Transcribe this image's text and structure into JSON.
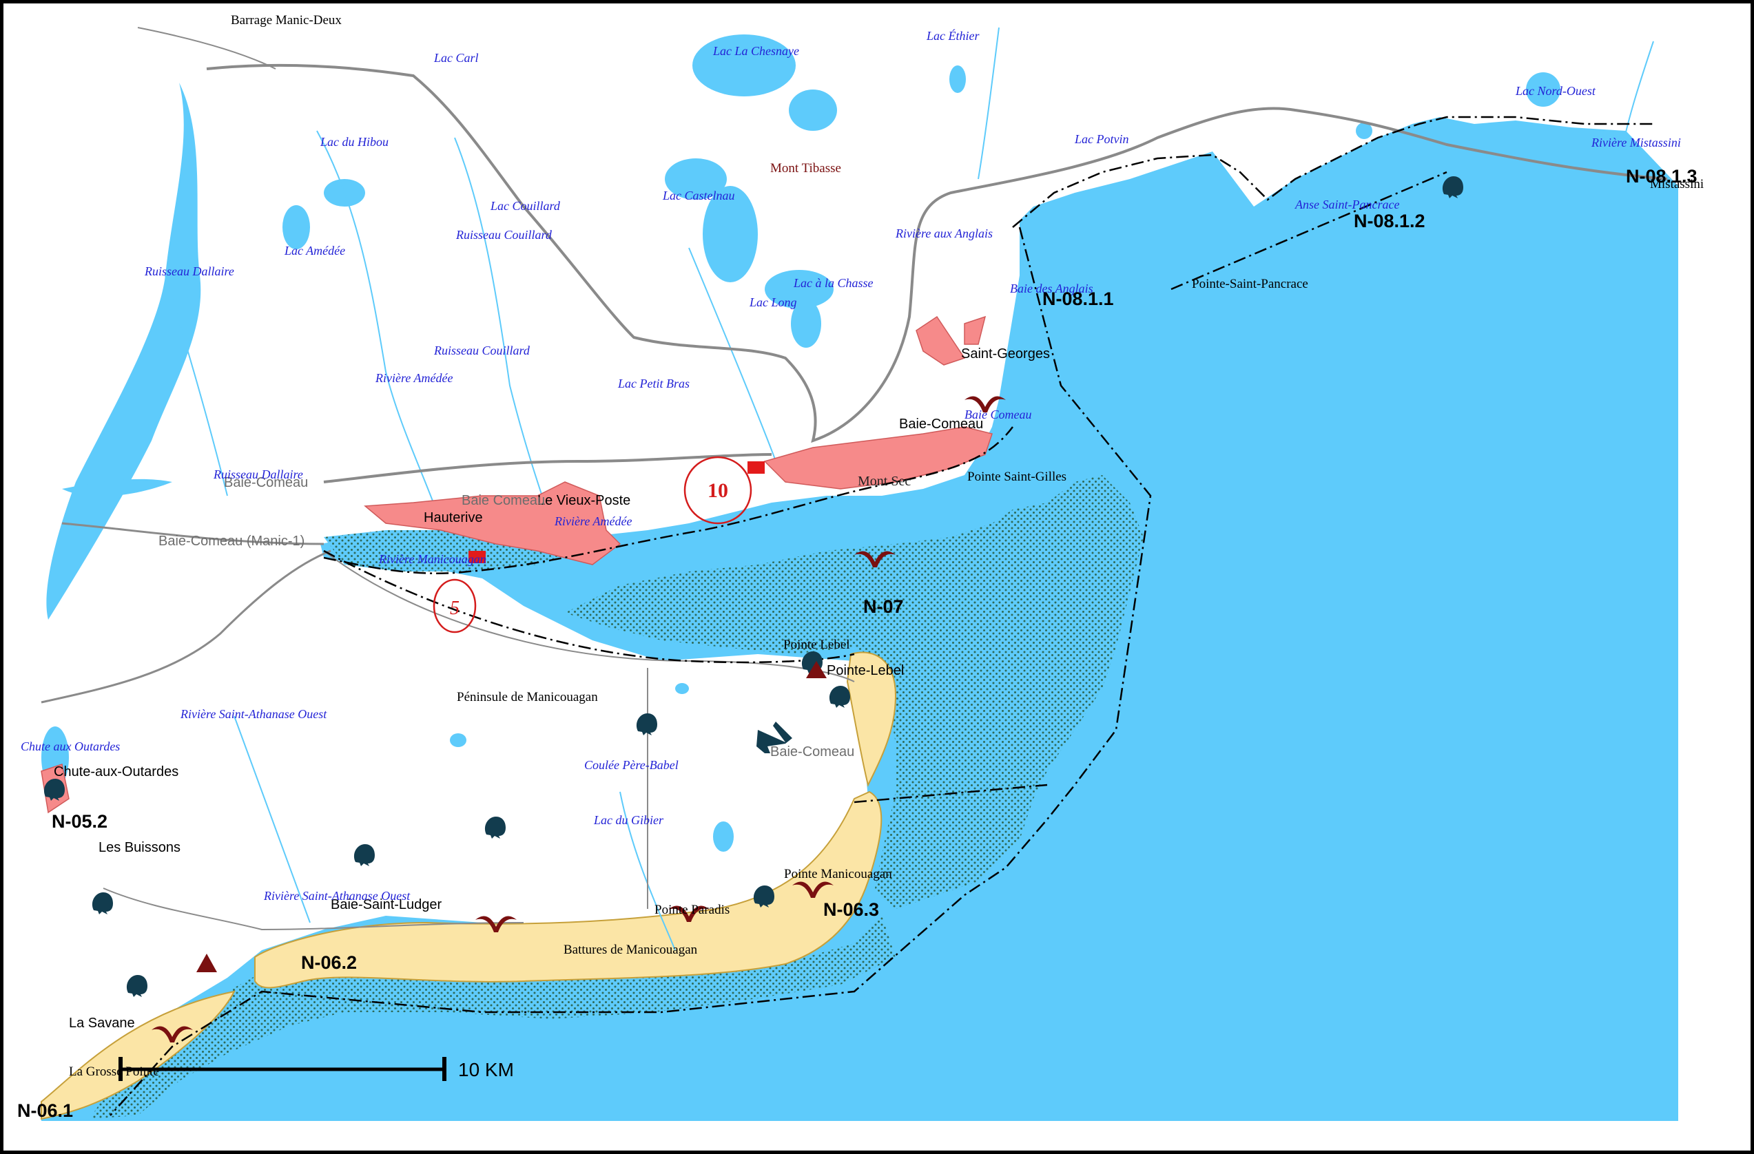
{
  "colors": {
    "water": "#5ecbfb",
    "urban": "#f68a8a",
    "beach": "#fbe5a6",
    "marsh": "#2e6b5a",
    "road": "#8a8a8a",
    "boundary": "#000000",
    "bird": "#7a1010",
    "mammal": "#123c4e",
    "river_label": "#2323d6"
  },
  "zones": [
    "N-08.1.3",
    "N-08.1.2",
    "N-08.1.1",
    "N-07",
    "N-06.3",
    "N-06.2",
    "N-06.1",
    "N-05.2"
  ],
  "places": [
    "Barrage Manic-Deux",
    "Mont Tibasse",
    "Pointe-Saint-Pancrace",
    "Saint-Georges",
    "Baie-Comeau",
    "Mont Sec",
    "Pointe Saint-Gilles",
    "Hauterive",
    "Le Vieux-Poste",
    "Pointe Lebel",
    "Pointe-Lebel",
    "Péninsule de Manicouagan",
    "Chute-aux-Outardes",
    "Les Buissons",
    "Baie-Saint-Ludger",
    "Pointe Paradis",
    "Pointe Manicouagan",
    "Battures de Manicouagan",
    "La Savane",
    "La Grosse Pointe",
    "Mistassini"
  ],
  "hydro": [
    "Lac Carl",
    "Lac La Chesnaye",
    "Lac Éthier",
    "Lac Nord-Ouest",
    "Lac du Hibou",
    "Lac Potvin",
    "Rivière Mistassini",
    "Lac Couillard",
    "Lac Castelnau",
    "Ruisseau Couillard",
    "Lac Amédée",
    "Rivière aux Anglais",
    "Anse Saint-Pancrace",
    "Ruisseau Dallaire",
    "Lac à la Chasse",
    "Lac Long",
    "Baie des Anglais",
    "Ruisseau Couillard",
    "Rivière Amédée",
    "Lac Petit Bras",
    "Baie Comeau",
    "Ruisseau Dallaire",
    "Rivière Amédée",
    "Rivière Manicouagan",
    "Rivière Saint-Athanase Ouest",
    "Chute aux Outardes",
    "Coulée Père-Babel",
    "Lac du Gibier",
    "Rivière Saint-Athanase Ouest"
  ],
  "grey_labels": [
    "Baie-Comeau",
    "Baie-Comeau (Manic-1)",
    "Baie Comeau",
    "Baie-Comeau"
  ],
  "markers": [
    "10",
    "5"
  ],
  "scale": {
    "label": "10 KM"
  }
}
